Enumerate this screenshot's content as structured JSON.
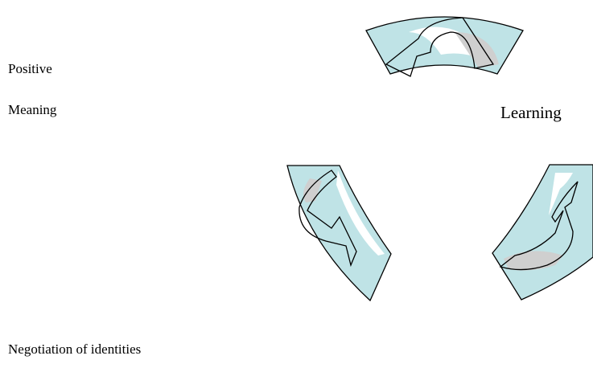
{
  "labels": {
    "positive": "Positive",
    "meaning": "Meaning",
    "learning": "Learning",
    "negotiation": "Negotiation of identities"
  },
  "colors": {
    "fill": "#bfe3e6",
    "accent": "#cfcfcf",
    "stroke": "#000000"
  },
  "icons": [
    "curved-arrow-top-icon",
    "curved-arrow-left-icon",
    "curved-arrow-right-icon"
  ]
}
